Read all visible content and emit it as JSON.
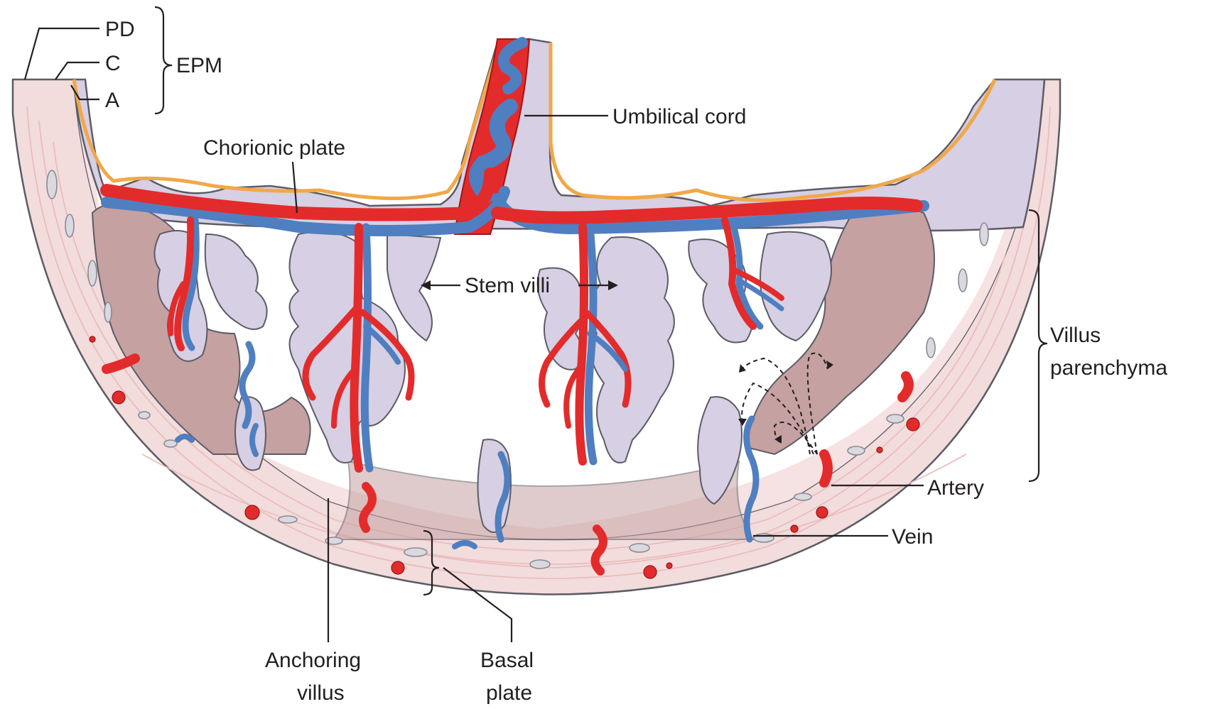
{
  "labels": {
    "pd": "PD",
    "c": "C",
    "a": "A",
    "epm": "EPM",
    "umbilical_cord": "Umbilical cord",
    "chorionic_plate": "Chorionic plate",
    "stem_villi": "Stem villi",
    "villus_line1": "Villus",
    "villus_line2": "parenchyma",
    "artery": "Artery",
    "vein": "Vein",
    "anchoring_line1": "Anchoring",
    "anchoring_line2": "villus",
    "basal_line1": "Basal",
    "basal_line2": "plate"
  },
  "colors": {
    "artery": "#e32b2b",
    "vein": "#4f7fc0",
    "decidua": "#f2dcdc",
    "chorion": "#d7cfe3",
    "amnion": "#f0a848",
    "villus_tissue": "#c6a1a1"
  }
}
